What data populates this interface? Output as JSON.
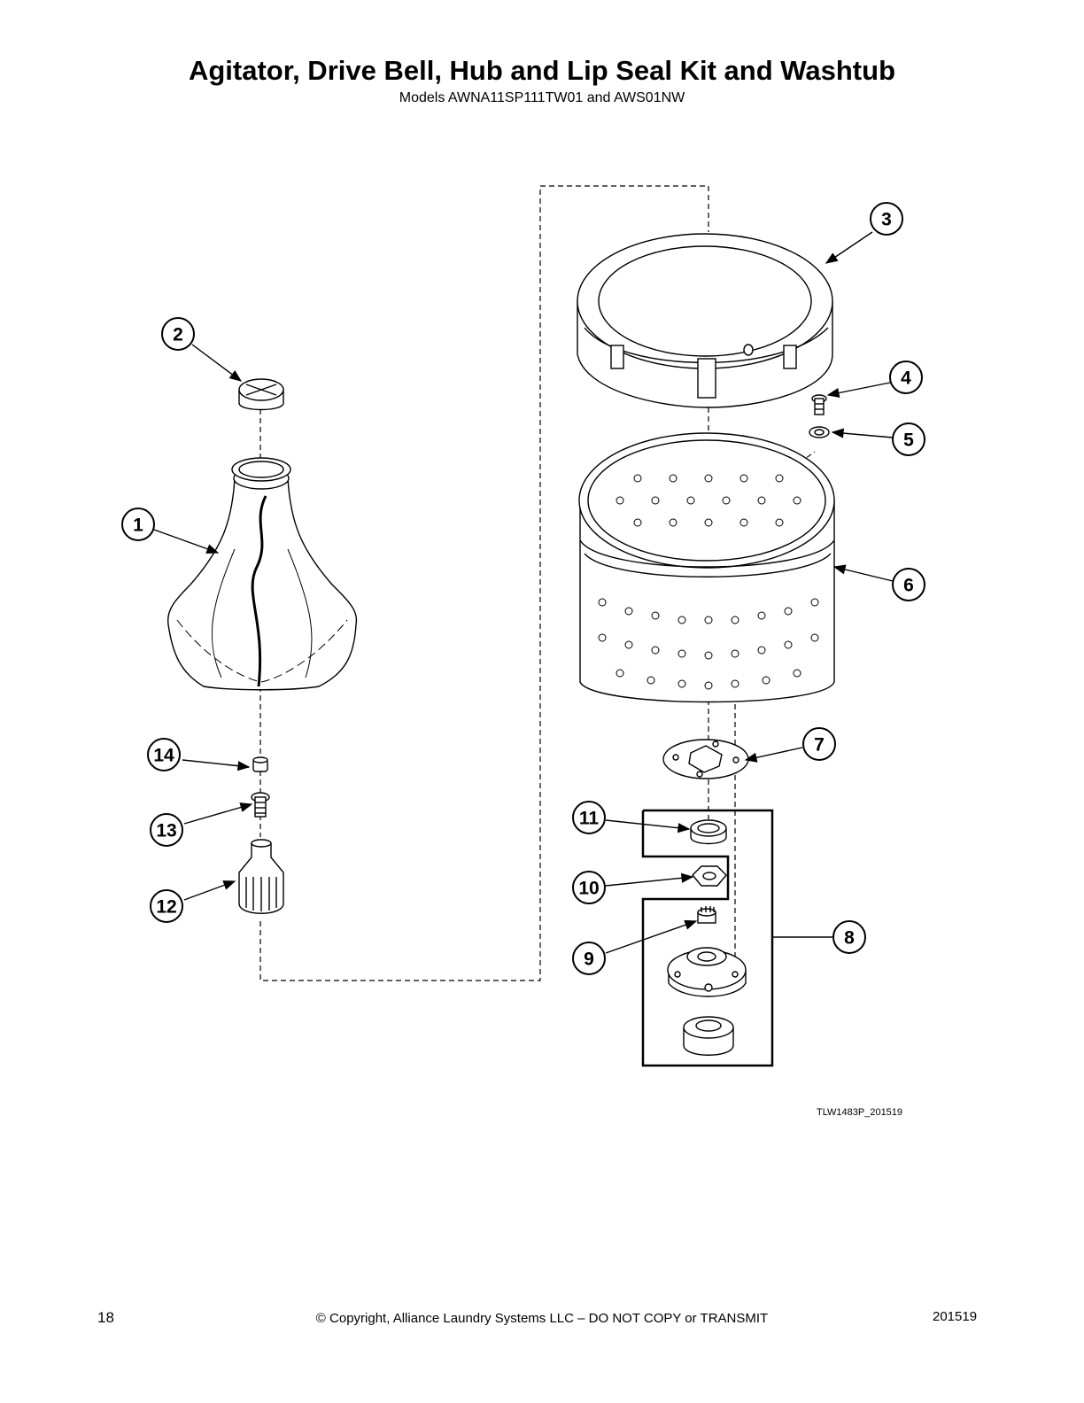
{
  "header": {
    "title": "Agitator, Drive Bell, Hub and Lip Seal Kit and Washtub",
    "subtitle": "Models AWNA11SP111TW01 and AWS01NW"
  },
  "diagram": {
    "figure_id": "TLW1483P_201519",
    "callouts": [
      "1",
      "2",
      "3",
      "4",
      "5",
      "6",
      "7",
      "8",
      "9",
      "10",
      "11",
      "12",
      "13",
      "14"
    ]
  },
  "footer": {
    "page_number": "18",
    "copyright": "© Copyright, Alliance Laundry Systems LLC – DO NOT COPY or TRANSMIT",
    "code": "201519"
  }
}
